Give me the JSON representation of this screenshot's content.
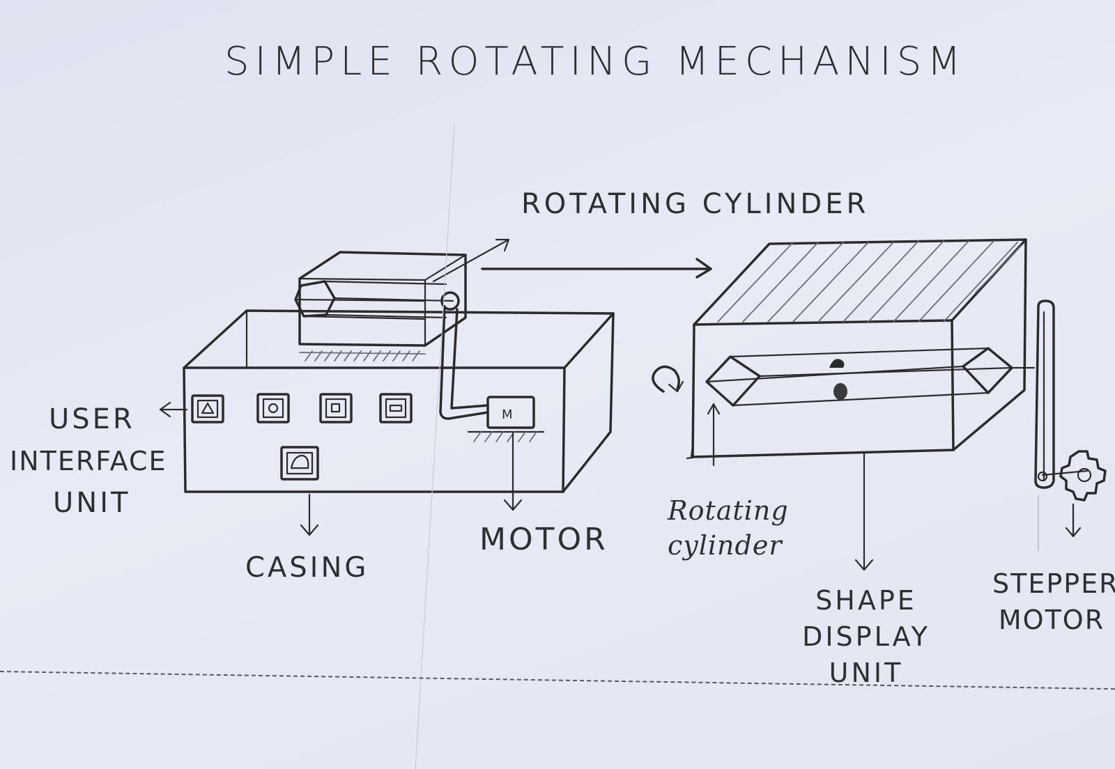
{
  "diagram": {
    "title": "SIMPLE ROTATING MECHANISM",
    "labels": {
      "rotating_cylinder_top": "ROTATING CYLINDER",
      "user_interface_unit": [
        "USER",
        "INTERFACE",
        "UNIT"
      ],
      "casing": "CASING",
      "motor": "MOTOR",
      "motor_mark": "M",
      "rotating_cylinder_side": [
        "Rotating",
        "cylinder"
      ],
      "shape_display_unit": [
        "SHAPE",
        "DISPLAY",
        "UNIT"
      ],
      "stepper_motor": [
        "STEPPER",
        "MOTOR"
      ]
    },
    "button_shapes": [
      "triangle",
      "circle",
      "square",
      "rectangle",
      "semicircle"
    ]
  }
}
